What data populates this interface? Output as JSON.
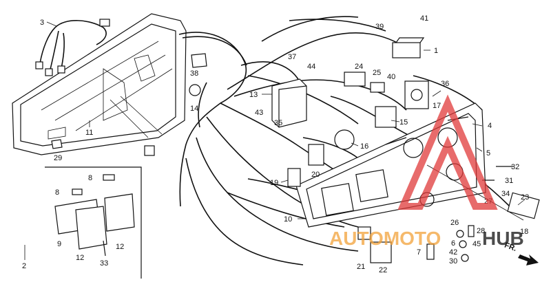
{
  "diagram": {
    "labels": [
      {
        "id": "1",
        "text": "1"
      },
      {
        "id": "2",
        "text": "2"
      },
      {
        "id": "3",
        "text": "3"
      },
      {
        "id": "4",
        "text": "4"
      },
      {
        "id": "5",
        "text": "5"
      },
      {
        "id": "6",
        "text": "6"
      },
      {
        "id": "7",
        "text": "7"
      },
      {
        "id": "8a",
        "text": "8"
      },
      {
        "id": "8b",
        "text": "8"
      },
      {
        "id": "9",
        "text": "9"
      },
      {
        "id": "10",
        "text": "10"
      },
      {
        "id": "11",
        "text": "11"
      },
      {
        "id": "12a",
        "text": "12"
      },
      {
        "id": "12b",
        "text": "12"
      },
      {
        "id": "13",
        "text": "13"
      },
      {
        "id": "14",
        "text": "14"
      },
      {
        "id": "15",
        "text": "15"
      },
      {
        "id": "16",
        "text": "16"
      },
      {
        "id": "17",
        "text": "17"
      },
      {
        "id": "18",
        "text": "18"
      },
      {
        "id": "19",
        "text": "19"
      },
      {
        "id": "20",
        "text": "20"
      },
      {
        "id": "21",
        "text": "21"
      },
      {
        "id": "22",
        "text": "22"
      },
      {
        "id": "23",
        "text": "23"
      },
      {
        "id": "24",
        "text": "24"
      },
      {
        "id": "25",
        "text": "25"
      },
      {
        "id": "26",
        "text": "26"
      },
      {
        "id": "27",
        "text": "27"
      },
      {
        "id": "28",
        "text": "28"
      },
      {
        "id": "29",
        "text": "29"
      },
      {
        "id": "30",
        "text": "30"
      },
      {
        "id": "31",
        "text": "31"
      },
      {
        "id": "32",
        "text": "32"
      },
      {
        "id": "33",
        "text": "33"
      },
      {
        "id": "34",
        "text": "34"
      },
      {
        "id": "35",
        "text": "35"
      },
      {
        "id": "36",
        "text": "36"
      },
      {
        "id": "37",
        "text": "37"
      },
      {
        "id": "38",
        "text": "38"
      },
      {
        "id": "39",
        "text": "39"
      },
      {
        "id": "40",
        "text": "40"
      },
      {
        "id": "41",
        "text": "41"
      },
      {
        "id": "42",
        "text": "42"
      },
      {
        "id": "43",
        "text": "43"
      },
      {
        "id": "44",
        "text": "44"
      },
      {
        "id": "45",
        "text": "45"
      }
    ],
    "direction_label": "FR.",
    "colors": {
      "ink": "#111111",
      "watermark_red": "#e03a3a",
      "watermark_orange": "#f2a23a"
    }
  },
  "watermark": {
    "brand_part1": "AUTOMOTO",
    "brand_part2": "HUB"
  }
}
